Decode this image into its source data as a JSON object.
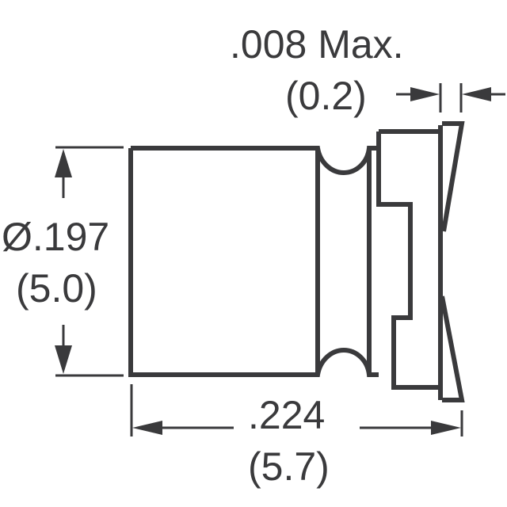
{
  "drawing": {
    "type": "mechanical-outline-drawing",
    "subject": "SMD aluminum electrolytic capacitor, side view",
    "line_color": "#3a3a3c",
    "background": "#ffffff"
  },
  "dimensions": {
    "lead_thickness": {
      "inch": ".008 Max.",
      "mm": "(0.2)"
    },
    "diameter": {
      "inch": "Ø.197",
      "mm": "(5.0)"
    },
    "height": {
      "inch": ".224",
      "mm": "(5.7)"
    }
  }
}
